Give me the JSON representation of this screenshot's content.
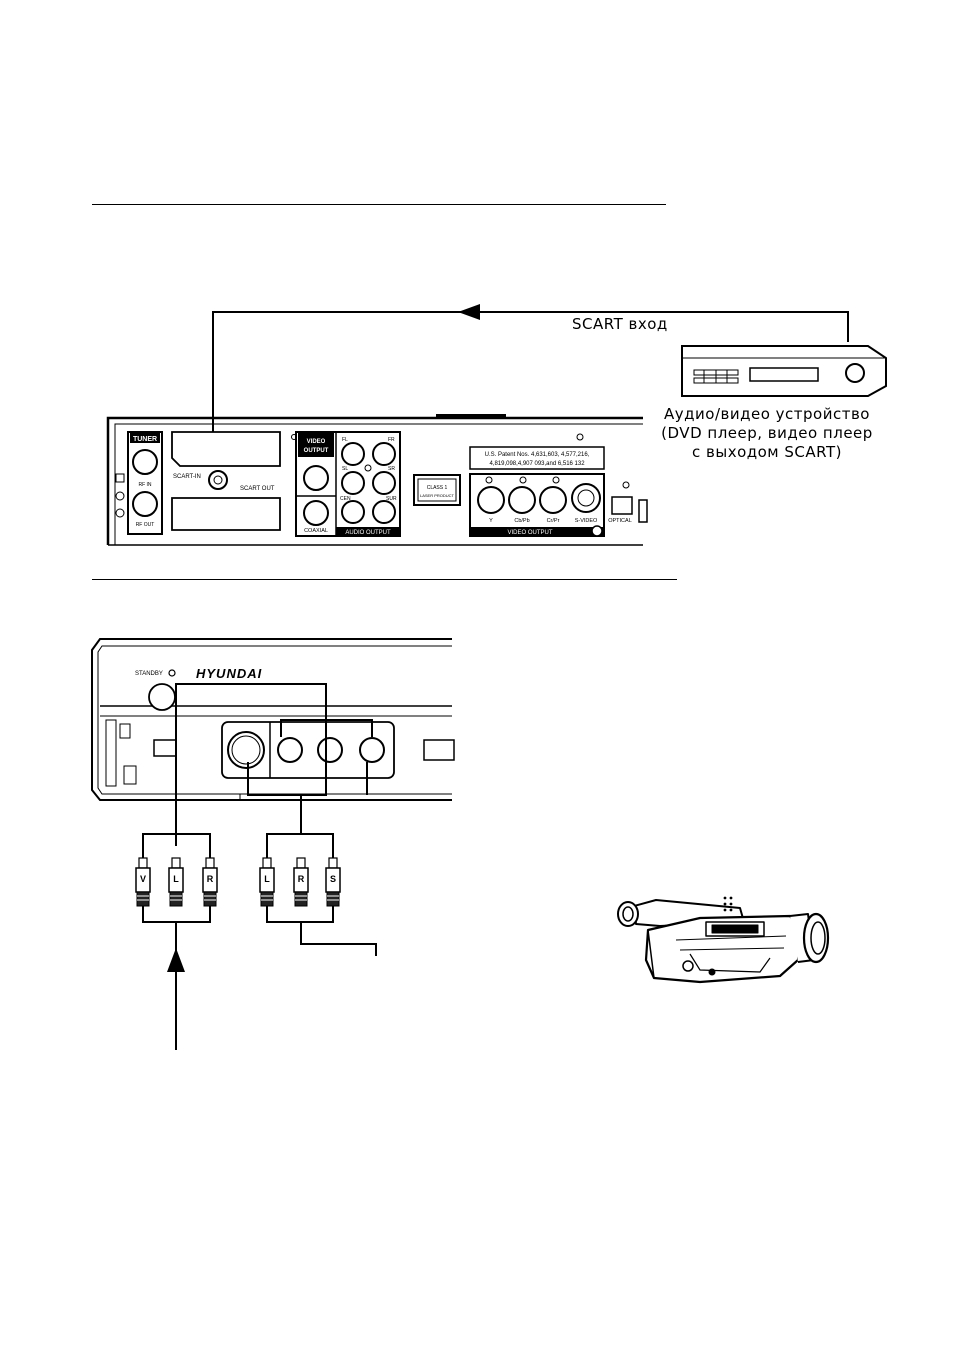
{
  "scart_section": {
    "input_label": "SCART вход",
    "device_caption": {
      "line1": "Аудио/видео устройство",
      "line2": "(DVD плеер, видео плеер",
      "line3": "с выходом SCART)"
    },
    "panel": {
      "tuner": "TUNER",
      "rf_in": "RF IN",
      "rf_out": "RF OUT",
      "scart_in": "SCART-IN",
      "scart_out": "SCART OUT",
      "video_output_line1": "VIDEO",
      "video_output_line2": "OUTPUT",
      "coaxial": "COAXIAL",
      "audio_output": "AUDIO OUTPUT",
      "fl": "FL",
      "fr": "FR",
      "sl": "SL",
      "sr": "SR",
      "cen": "CEN",
      "sur": "SUR",
      "class1_line1": "CLASS 1",
      "class1_line2": "LASER PRODUCT",
      "patent_line1": "U.S. Patent Nos. 4,631,603, 4,577,216,",
      "patent_line2": "4,819,098,4,907 093,and 6,516 132",
      "y": "Y",
      "cb_pb": "Cb/Pb",
      "cr_pr": "Cr/Pr",
      "s_video": "S-VIDEO",
      "video_output": "VIDEO OUTPUT",
      "optical": "OPTICAL"
    }
  },
  "front_section": {
    "standby": "STANDBY",
    "brand": "HYUNDAI",
    "plugs_left": [
      "V",
      "L",
      "R"
    ],
    "plugs_right": [
      "L",
      "R",
      "S"
    ]
  }
}
